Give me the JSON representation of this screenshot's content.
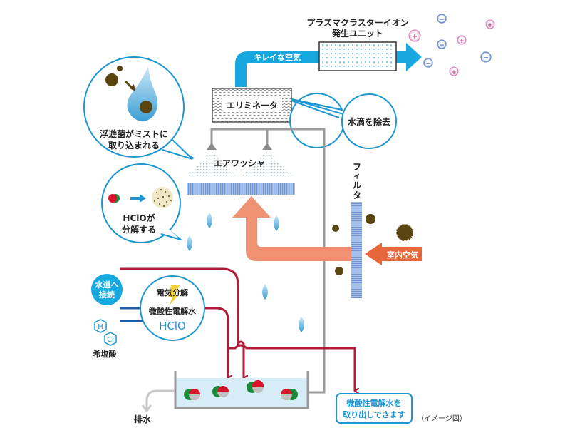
{
  "title_unit": {
    "line1": "プラズマクラスターイオン",
    "line2": "発生ユニット"
  },
  "clean_air_label": "キレイな空気",
  "eliminator_label": "エリミネータ",
  "water_drop_bubble": "水滴を除去",
  "mist_bubble": {
    "line1": "浮遊菌がミストに",
    "line2": "取り込まれる"
  },
  "air_washer_label": "エアワッシャ",
  "hclo_bubble": {
    "line1": "HClOが",
    "line2": "分解する"
  },
  "filter_label": [
    "フ",
    "ィ",
    "ル",
    "タ"
  ],
  "room_air_label": "室内空気",
  "water_supply": {
    "line1": "水道へ",
    "line2": "接続"
  },
  "electrolysis": {
    "line1": "電気分解",
    "line2": "微酸性電解水",
    "line3": "HClO"
  },
  "hcl_label": "希塩酸",
  "hcl_atoms": [
    "H",
    "Cl"
  ],
  "drain_label": "排水",
  "extract_box": {
    "line1": "微酸性電解水を",
    "line2": "取り出しできます"
  },
  "image_note": "（イメージ図）",
  "ions": {
    "plus": "+",
    "minus": "−"
  },
  "colors": {
    "cyan": "#17a8e0",
    "bubble_border": "#1c95d1",
    "salmon": "#ee9273",
    "orange_red": "#e8663c",
    "dark_red": "#b01c3a",
    "grey_pipe": "#9a9a9a",
    "filter_blue": "#7ea2d8",
    "particle": "#5a4410",
    "tank_water": "#d6ecf7"
  }
}
